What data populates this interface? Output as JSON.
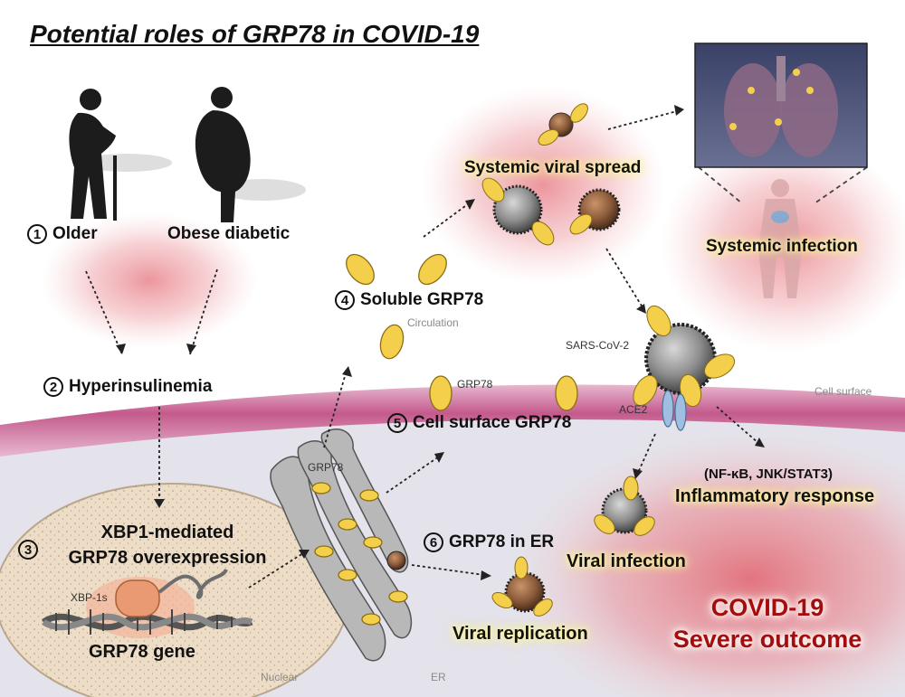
{
  "title": "Potential roles of GRP78 in COVID-19",
  "steps": {
    "older": {
      "num": "1",
      "label": "Older"
    },
    "obese": {
      "label": "Obese diabetic"
    },
    "hyperinsulinemia": {
      "num": "2",
      "label": "Hyperinsulinemia"
    },
    "overexpression": {
      "num": "3",
      "line1": "XBP1-mediated",
      "line2": "GRP78 overexpression"
    },
    "soluble": {
      "num": "4",
      "label": "Soluble GRP78"
    },
    "cell_surface": {
      "num": "5",
      "label": "Cell surface GRP78"
    },
    "er": {
      "num": "6",
      "label": "GRP78 in ER"
    }
  },
  "labels": {
    "xbp1s": "XBP-1s",
    "gene": "GRP78 gene",
    "nuclear": "Nuclear",
    "er": "ER",
    "grp78_golgi": "GRP78",
    "grp78_membrane": "GRP78",
    "circulation": "Circulation",
    "sars": "SARS-CoV-2",
    "ace2": "ACE2",
    "cell_surface": "Cell surface",
    "systemic_spread": "Systemic viral spread",
    "systemic_infection": "Systemic infection",
    "inflammatory_1": "(NF-κB, JNK/STAT3)",
    "inflammatory_2": "Inflammatory response",
    "viral_infection": "Viral infection",
    "viral_replication": "Viral replication",
    "outcome_1": "COVID-19",
    "outcome_2": "Severe outcome"
  },
  "colors": {
    "membrane": "#c45a8c",
    "cytoplasm": "#e4e2ea",
    "grp78": "#f4cf4c",
    "virus_grey": "#8d8d8d",
    "virus_brown": "#8a5a3a",
    "glow_red": "#e8838b",
    "outcome_text": "#a40d0d",
    "nucleus": "#eeddc6"
  }
}
